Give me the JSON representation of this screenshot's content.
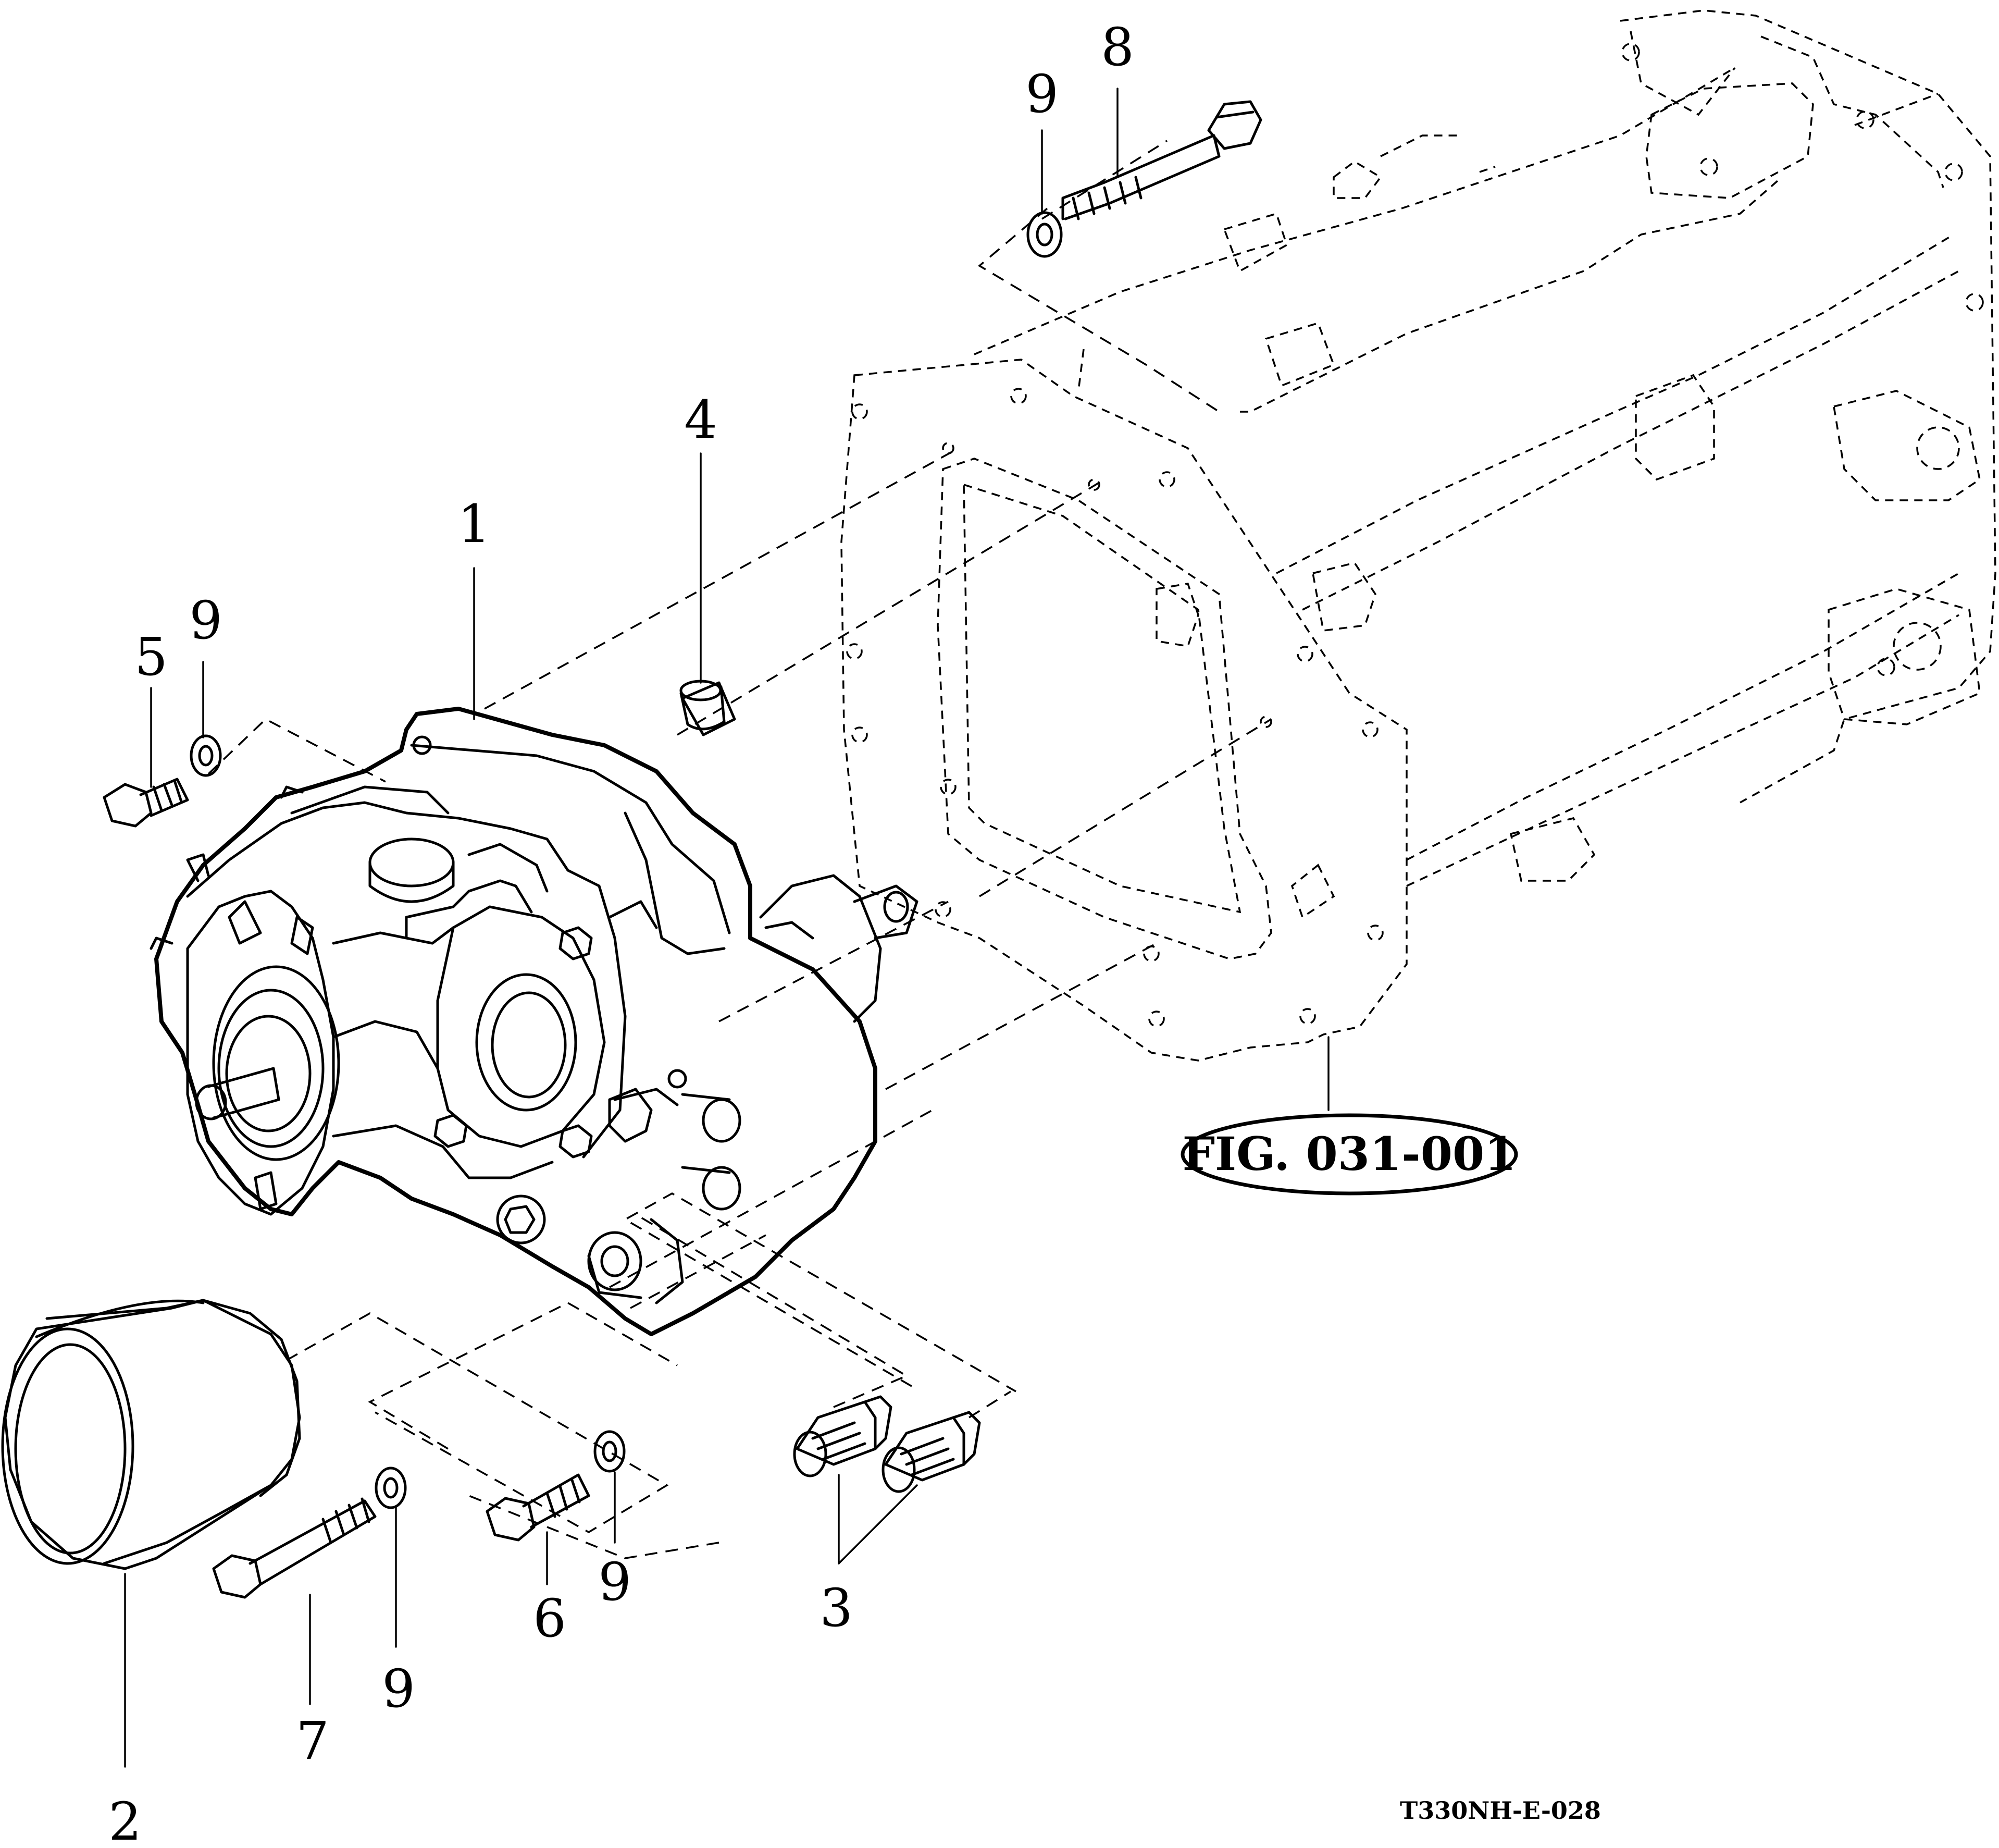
{
  "callouts": [
    {
      "id": "1",
      "text": "1"
    },
    {
      "id": "2",
      "text": "2"
    },
    {
      "id": "3",
      "text": "3"
    },
    {
      "id": "4",
      "text": "4"
    },
    {
      "id": "5",
      "text": "5"
    },
    {
      "id": "6",
      "text": "6"
    },
    {
      "id": "7",
      "text": "7"
    },
    {
      "id": "8",
      "text": "8"
    },
    {
      "id": "9a",
      "text": "9"
    },
    {
      "id": "9b",
      "text": "9"
    },
    {
      "id": "9c",
      "text": "9"
    },
    {
      "id": "9d",
      "text": "9"
    }
  ],
  "figure_reference": "FIG. 031-001",
  "drawing_code": "T330NH-E-028"
}
